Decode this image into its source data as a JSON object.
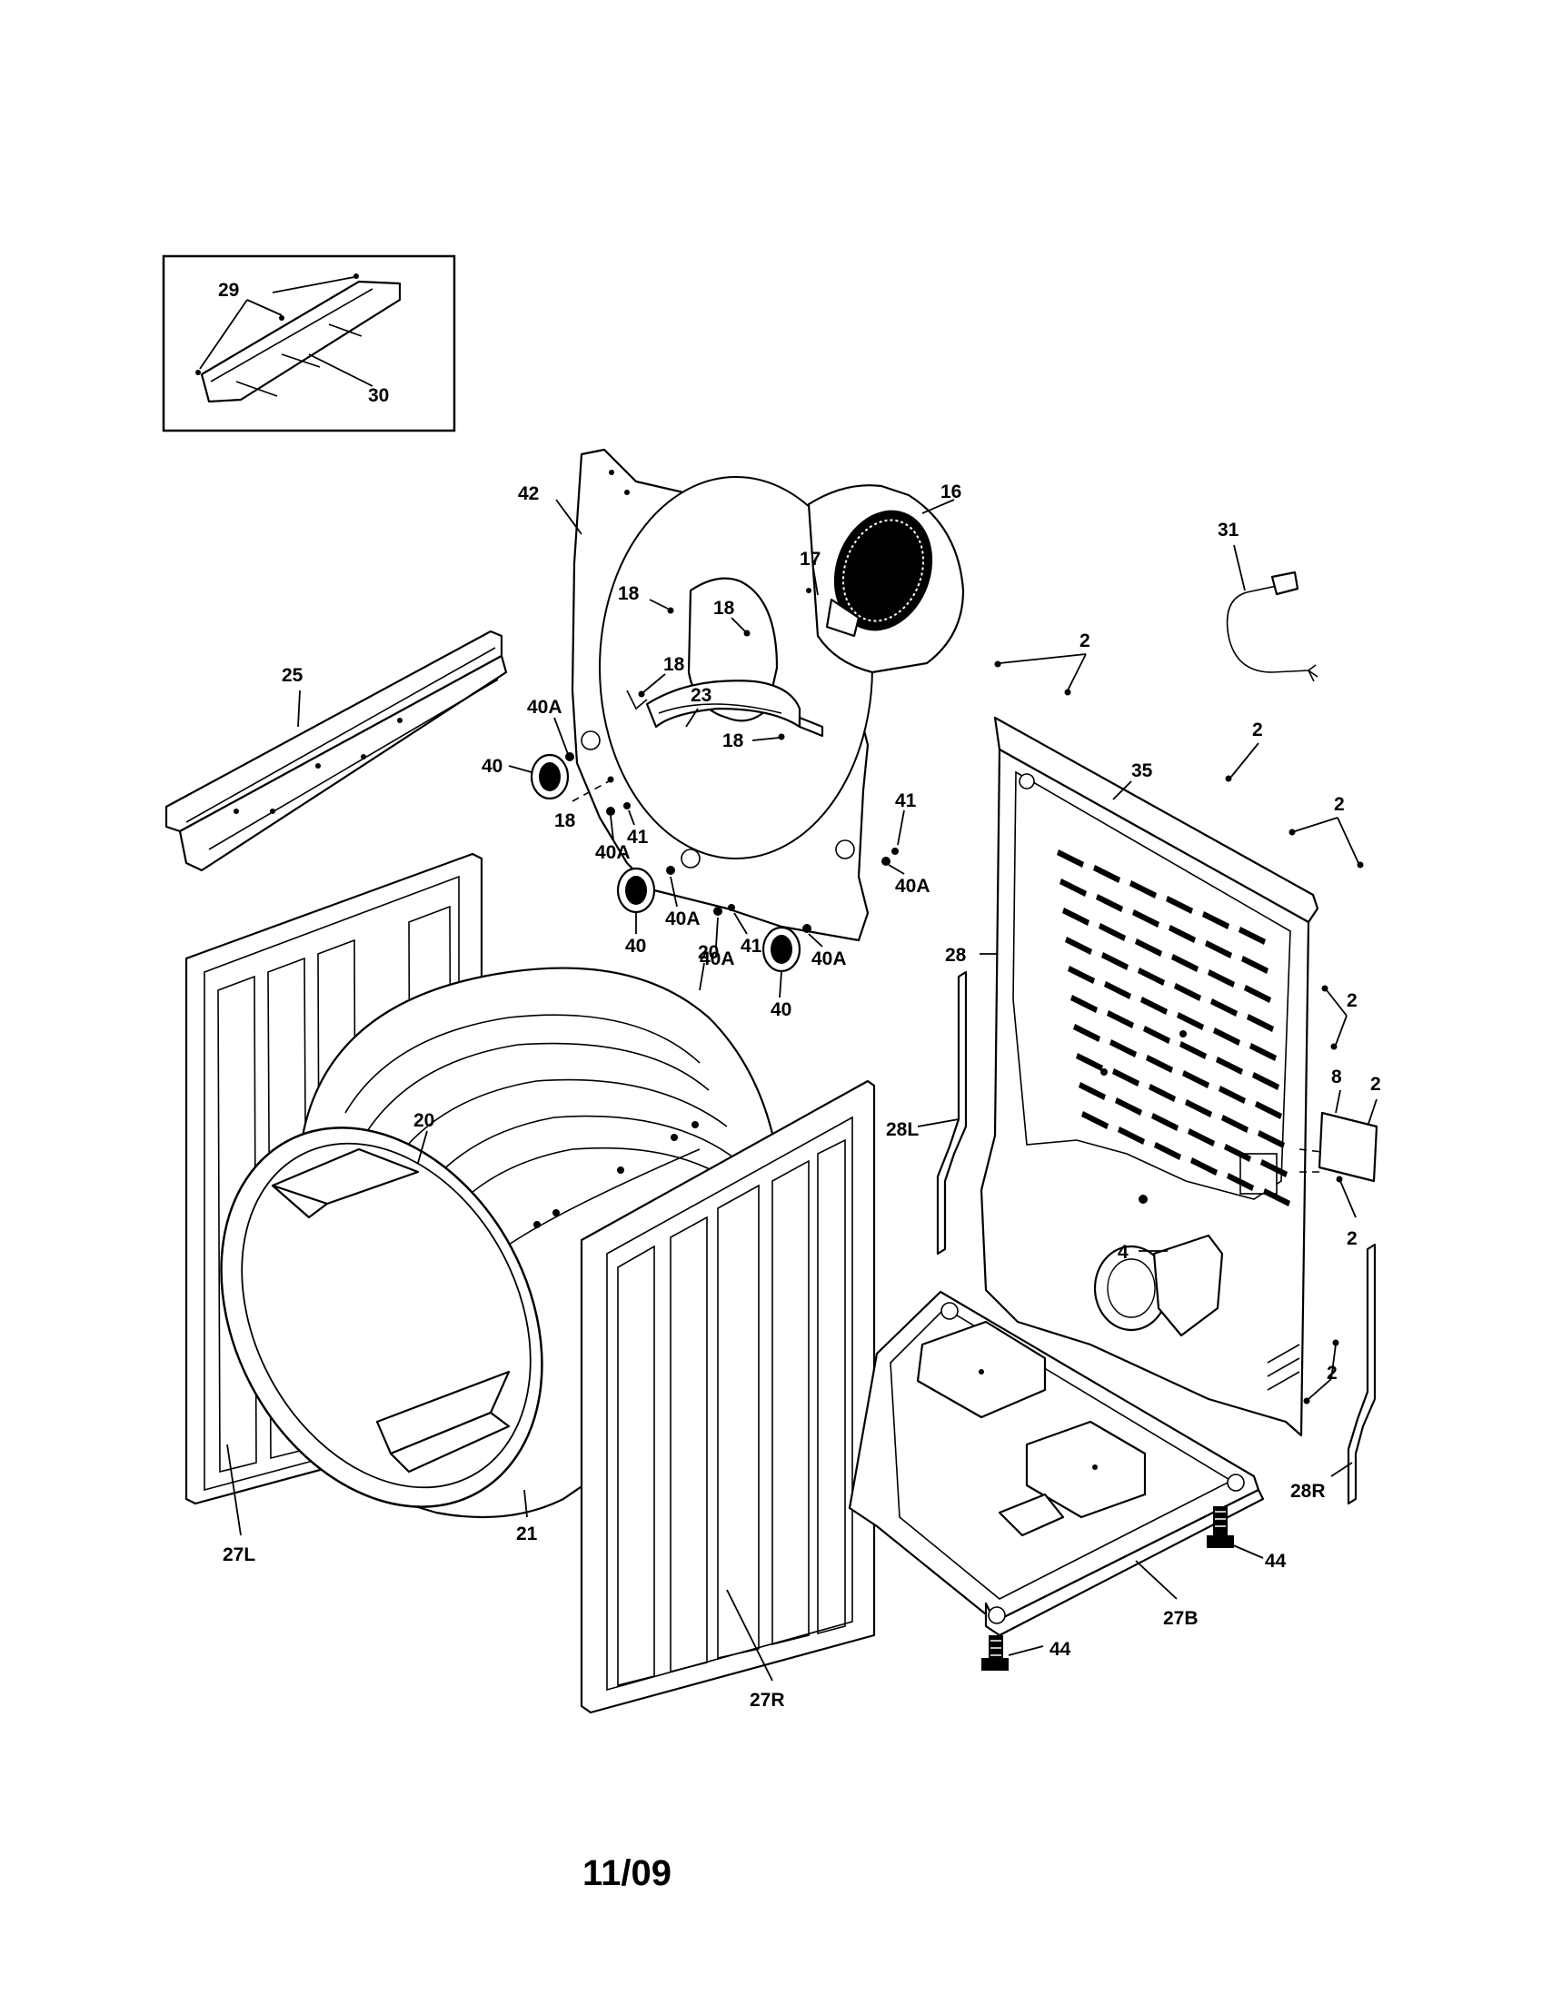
{
  "diagram": {
    "footer_code": "11/09",
    "callouts": {
      "c29": "29",
      "c30": "30",
      "c42": "42",
      "c16": "16",
      "c17": "17",
      "c18a": "18",
      "c18b": "18",
      "c18c": "18",
      "c18d": "18",
      "c18e": "18",
      "c23": "23",
      "c25": "25",
      "c40Aa": "40A",
      "c40Ab": "40A",
      "c40Ac": "40A",
      "c40Ad": "40A",
      "c40Ae": "40A",
      "c40Af": "40A",
      "c40a": "40",
      "c40b": "40",
      "c40c": "40",
      "c41a": "41",
      "c41b": "41",
      "c41c": "41",
      "c31": "31",
      "c2a": "2",
      "c2b": "2",
      "c2c": "2",
      "c2d": "2",
      "c2e": "2",
      "c2f": "2",
      "c2g": "2",
      "c35": "35",
      "c28": "28",
      "c8": "8",
      "c4": "4",
      "c28L": "28L",
      "c28R": "28R",
      "c20a": "20",
      "c20b": "20",
      "c21": "21",
      "c27L": "27L",
      "c27R": "27R",
      "c27B": "27B",
      "c44a": "44",
      "c44b": "44"
    }
  }
}
